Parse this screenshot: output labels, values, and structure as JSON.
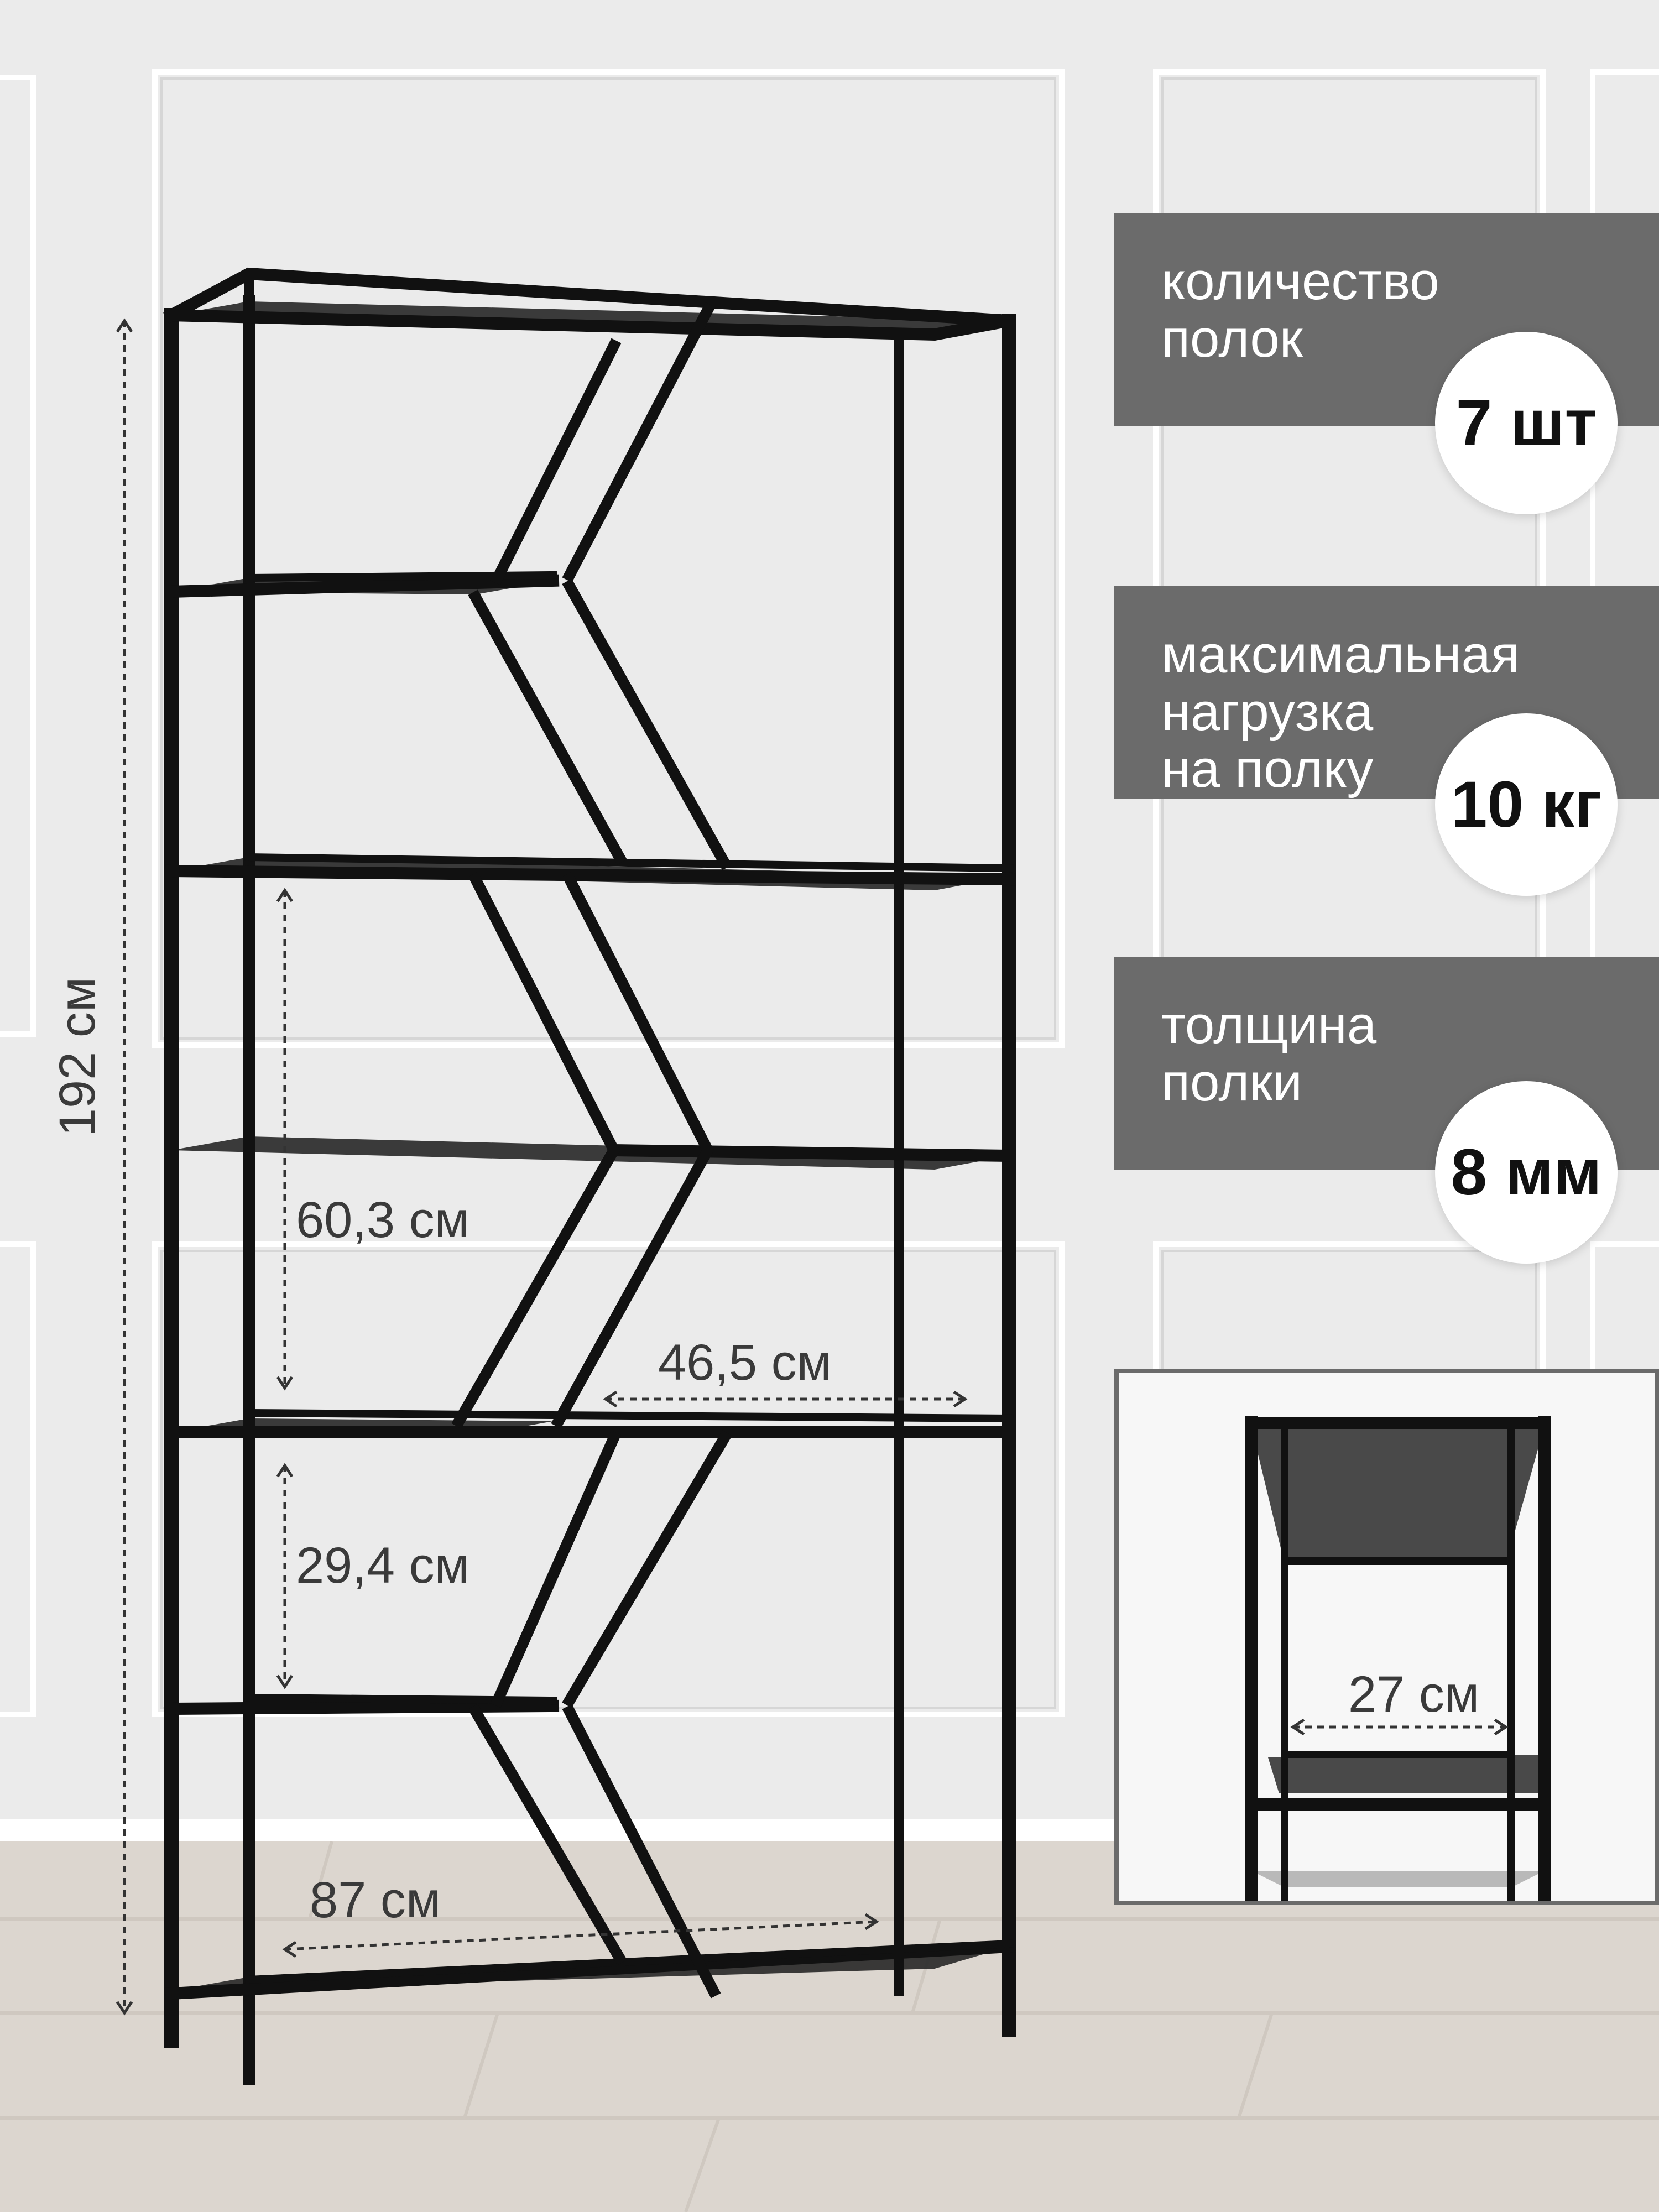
{
  "dimensions": {
    "height_total": "192 см",
    "shelf_gap_large": "60,3 см",
    "shelf_gap_small": "29,4 см",
    "inner_width": "46,5 см",
    "width": "87 см",
    "depth": "27 см"
  },
  "specs": [
    {
      "label_lines": [
        "количество",
        "полок"
      ],
      "value": "7 шт"
    },
    {
      "label_lines": [
        "максимальная",
        "нагрузка",
        "на полку"
      ],
      "value": "10 кг"
    },
    {
      "label_lines": [
        "толщина",
        "полки"
      ],
      "value": "8 мм"
    }
  ],
  "colors": {
    "background_wall": "#ebebeb",
    "panel_line": "#ffffff",
    "floor": "#dcd6cf",
    "frame": "#111111",
    "glass": "#2a2a2a",
    "spec_box": "#6b6b6b"
  }
}
